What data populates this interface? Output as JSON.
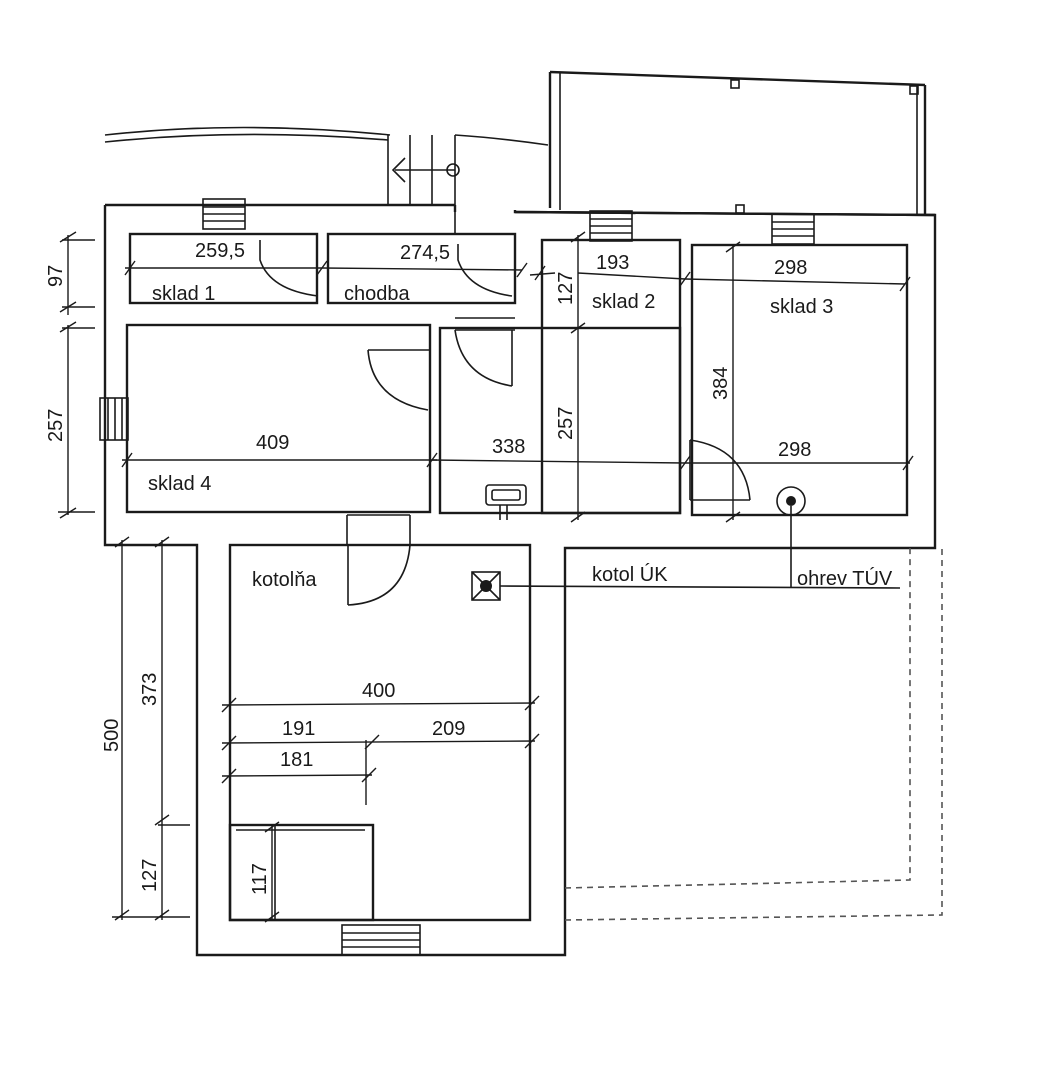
{
  "rooms": {
    "sklad1": "sklad 1",
    "chodba": "chodba",
    "sklad2": "sklad 2",
    "sklad3": "sklad 3",
    "sklad4": "sklad 4",
    "kotolna": "kotolňa"
  },
  "equipment": {
    "boiler": "kotol ÚK",
    "water_heater": "ohrev TÚV"
  },
  "dimensions": {
    "sklad1_width": "259,5",
    "chodba_width": "274,5",
    "sklad2_width": "193",
    "sklad3_width": "298",
    "left_top_height": "97",
    "left_mid_height": "257",
    "sklad2_small_height": "127",
    "sklad3_height": "384",
    "sklad4_width": "409",
    "middle_width": "338",
    "middle_height": "257",
    "sklad3_lower_width": "298",
    "left_total_height": "500",
    "left_kotolna_height": "373",
    "left_bottom_height": "127",
    "kotolna_width": "400",
    "kotolna_split_a": "191",
    "kotolna_split_b": "209",
    "kotolna_inner": "181",
    "niche_height": "117"
  }
}
